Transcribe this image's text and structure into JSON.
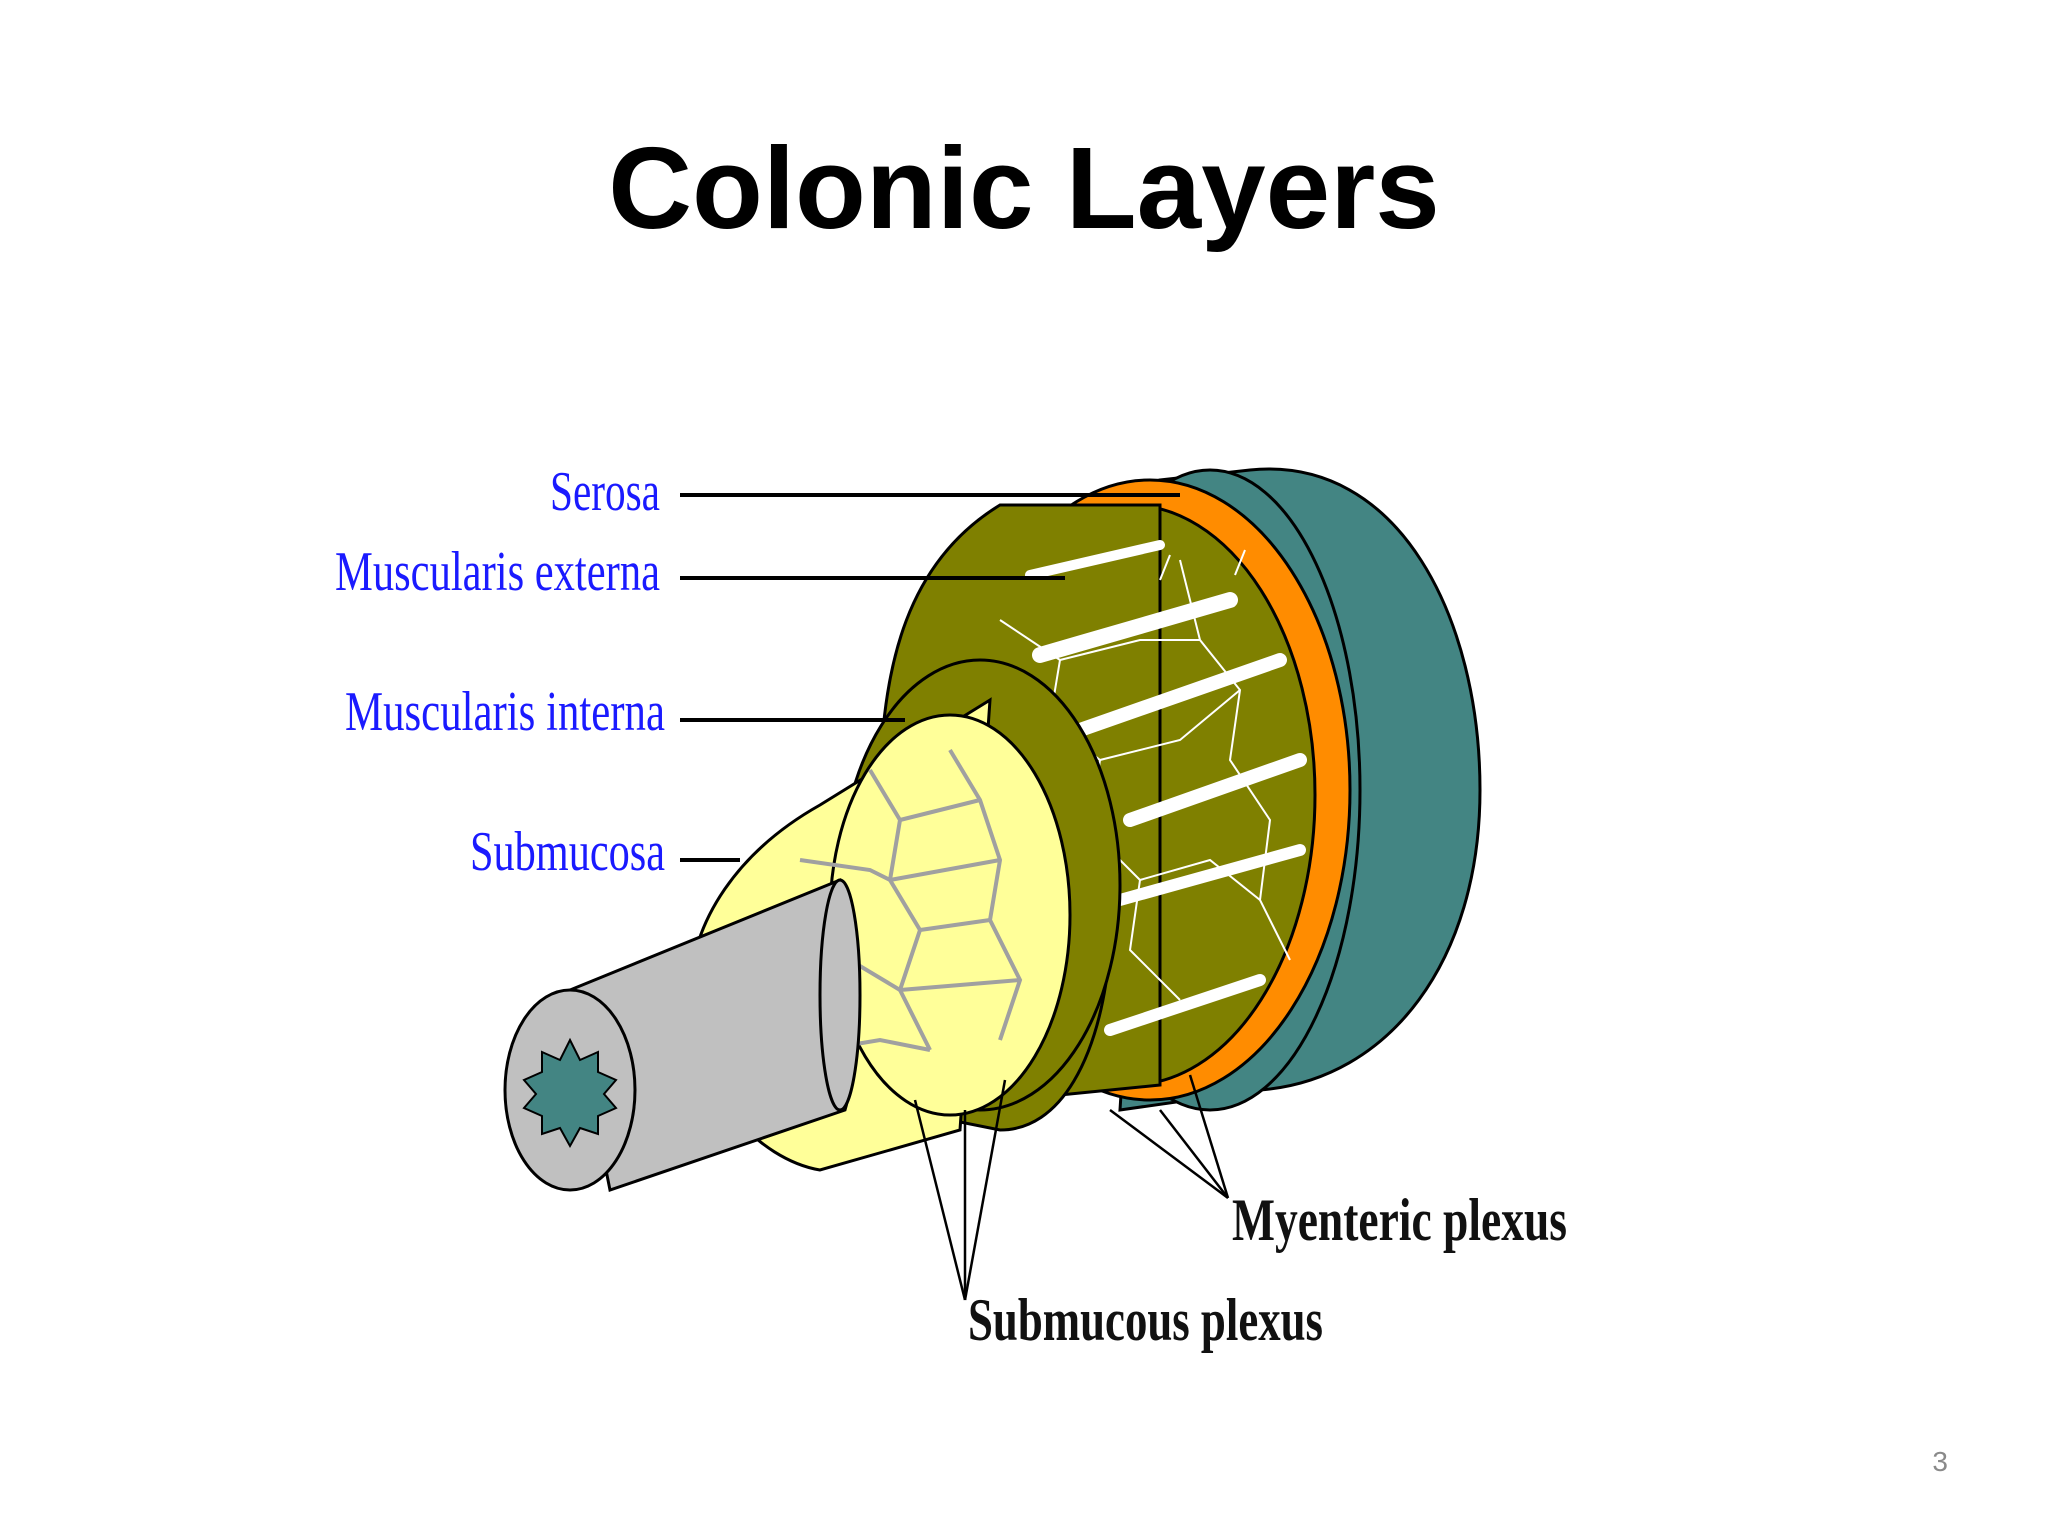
{
  "slide": {
    "title": "Colonic Layers",
    "page_number": "3"
  },
  "diagram": {
    "layer_labels": {
      "serosa": "Serosa",
      "muscularis_externa": "Muscularis externa",
      "muscularis_interna": "Muscularis interna",
      "submucosa": "Submucosa"
    },
    "plexus_labels": {
      "myenteric": "Myenteric plexus",
      "submucous": "Submucous plexus"
    },
    "colors": {
      "serosa": "#438583",
      "muscularis_externa": "#ff8c00",
      "muscle": "#7f8000",
      "submucosa": "#ffff99",
      "mucosa": "#c0c0c0",
      "lumen": "#438583",
      "layer_label_text": "#1a1aff",
      "plexus_label_text": "#111111"
    }
  }
}
